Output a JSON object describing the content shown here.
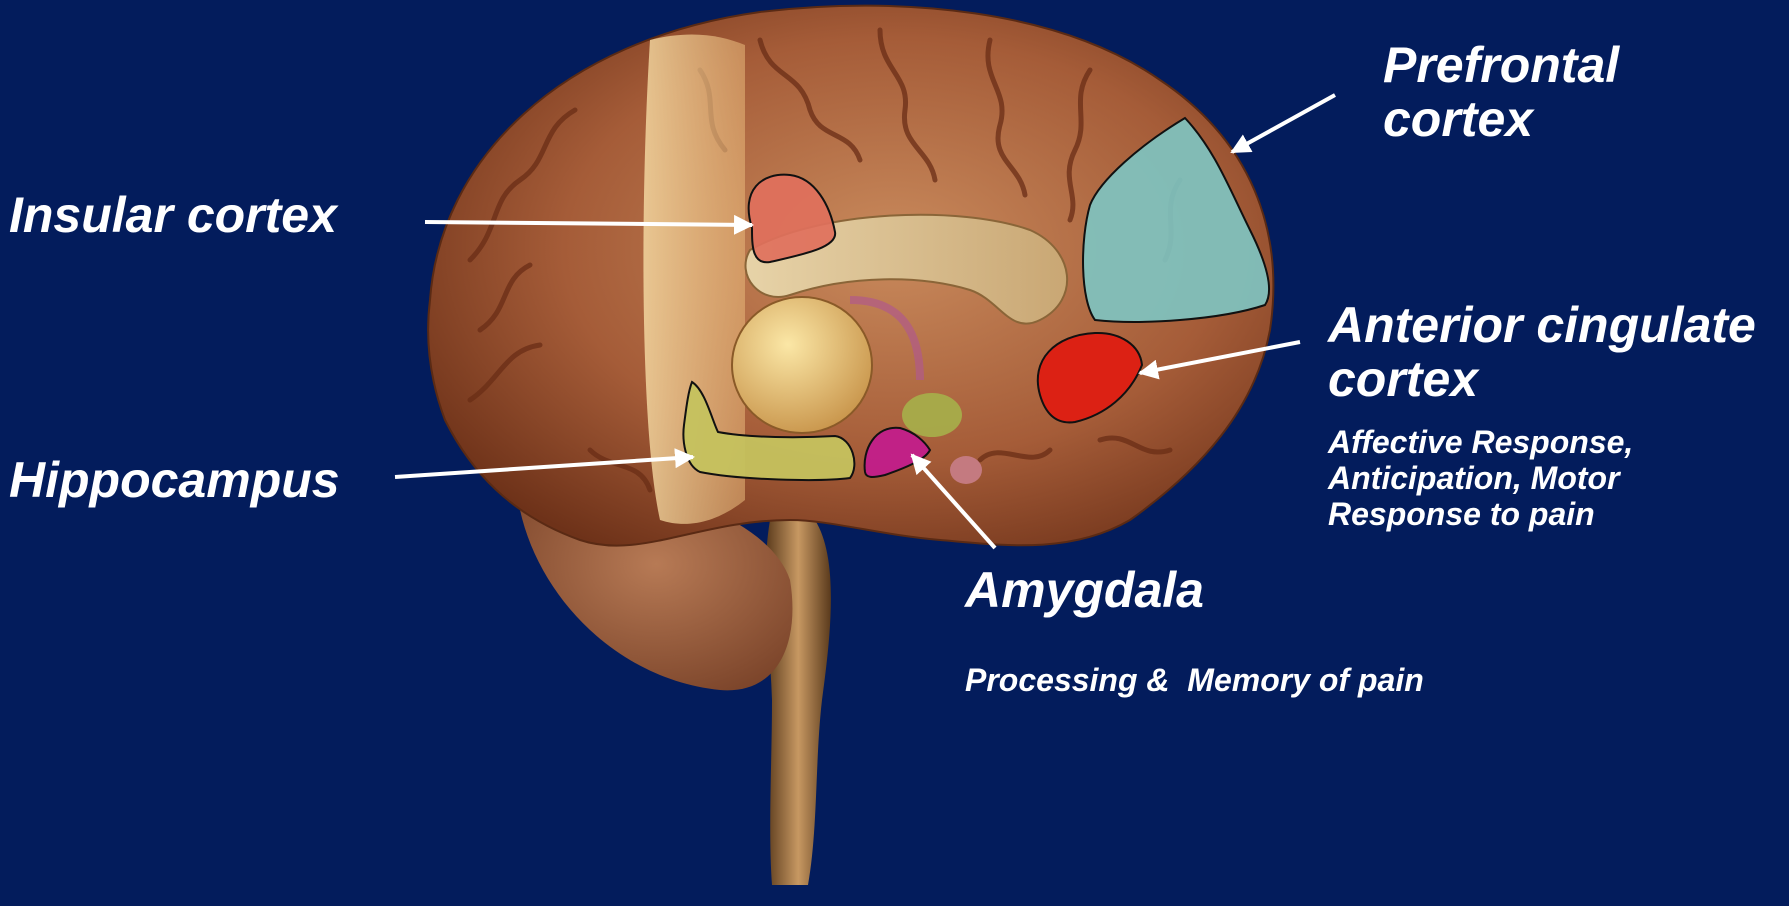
{
  "colors": {
    "background": "#031c5c",
    "insular": "#e0705c",
    "prefrontal": "#7fc3c0",
    "anterior_cingulate": "#de1e12",
    "hippocampus": "#c5c25e",
    "amygdala": "#c21e8a",
    "label_text": "#ffffff"
  },
  "icons": {
    "brain": "brain-illustration-icon",
    "arrow": "arrow-pointer-icon"
  },
  "labels": {
    "insular": "Insular cortex",
    "prefrontal_line1": "Prefrontal",
    "prefrontal_line2": "cortex",
    "acc_line1": "Anterior cingulate",
    "acc_line2": "cortex",
    "acc_desc_line1": "Affective Response,",
    "acc_desc_line2": "Anticipation, Motor",
    "acc_desc_line3": "Response to pain",
    "hippocampus": "Hippocampus",
    "amygdala": "Amygdala",
    "amygdala_desc": "Processing &  Memory of pain"
  }
}
